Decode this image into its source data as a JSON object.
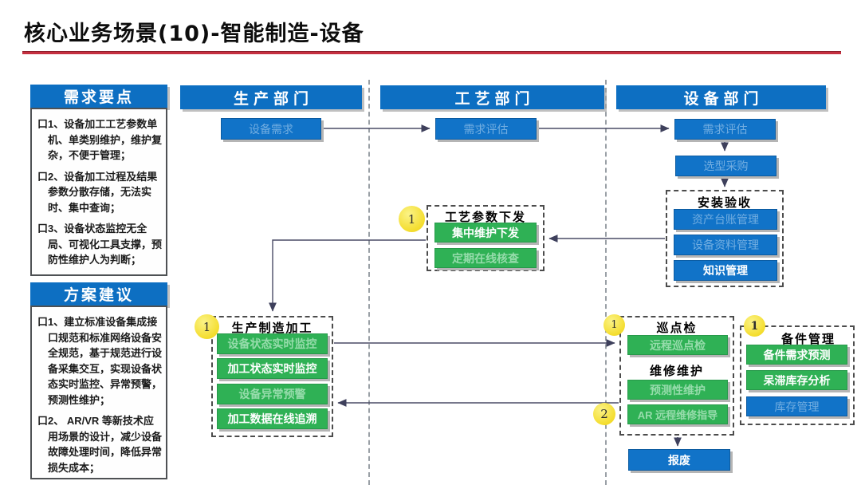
{
  "title": "核心业务场景(10)-智能制造-设备",
  "colors": {
    "blue": "#1173c8",
    "green": "#2fb155",
    "badge_yellow": "#f4dd2e",
    "underline_red": "#c53040"
  },
  "sidebar": {
    "requirements": {
      "title": "需求要点",
      "items": [
        "口1、设备加工工艺参数单机、单类别维护，维护复杂，不便于管理；",
        "口2、设备加工过程及结果参数分散存储，无法实时、集中查询；",
        "口3、设备状态监控无全局、可视化工具支撑，预防性维护人为判断；"
      ]
    },
    "proposal": {
      "title": "方案建议",
      "items": [
        "口1、建立标准设备集成接口规范和标准网络设备安全规范，基于规范进行设备采集交互，实现设备状态实时监控、异常预警，预测性维护；",
        "口2、 AR/VR 等新技术应用场景的设计，减少设备故障处理时间，降低异常损失成本；"
      ]
    }
  },
  "lanes": [
    {
      "label": "生产部门"
    },
    {
      "label": "工艺部门"
    },
    {
      "label": "设备部门"
    }
  ],
  "nodes": {
    "equip_demand": "设备需求",
    "demand_eval_process": "需求评估",
    "demand_eval_equip": "需求评估",
    "selection_procurement": "选型采购",
    "install_accept_group": "安装验收",
    "asset_ledger": "资产台账管理",
    "equip_docs": "设备资料管理",
    "knowledge_mgmt": "知识管理",
    "param_issue_group": "工艺参数下发",
    "central_maintain": "集中维护下发",
    "periodic_check": "定期在线核查",
    "production_group": "生产制造加工",
    "equip_status_monitor": "设备状态实时监控",
    "process_status_monitor": "加工状态实时监控",
    "equip_alarm": "设备异常预警",
    "process_data_trace": "加工数据在线追溯",
    "inspection_group": "巡点检",
    "remote_inspection": "远程巡点检",
    "maintenance_group": "维修维护",
    "predictive_maintenance": "预测性维护",
    "ar_remote_guidance": "AR 远程维修指导",
    "spare_parts_group": "备件管理",
    "spare_demand_forecast": "备件需求预测",
    "stagnant_inventory": "呆滞库存分析",
    "inventory_mgmt": "库存管理",
    "scrap": "报废"
  },
  "badges": {
    "param_issue": "1",
    "production": "1",
    "inspection": "1",
    "spare_parts": "1",
    "maintenance": "2"
  }
}
